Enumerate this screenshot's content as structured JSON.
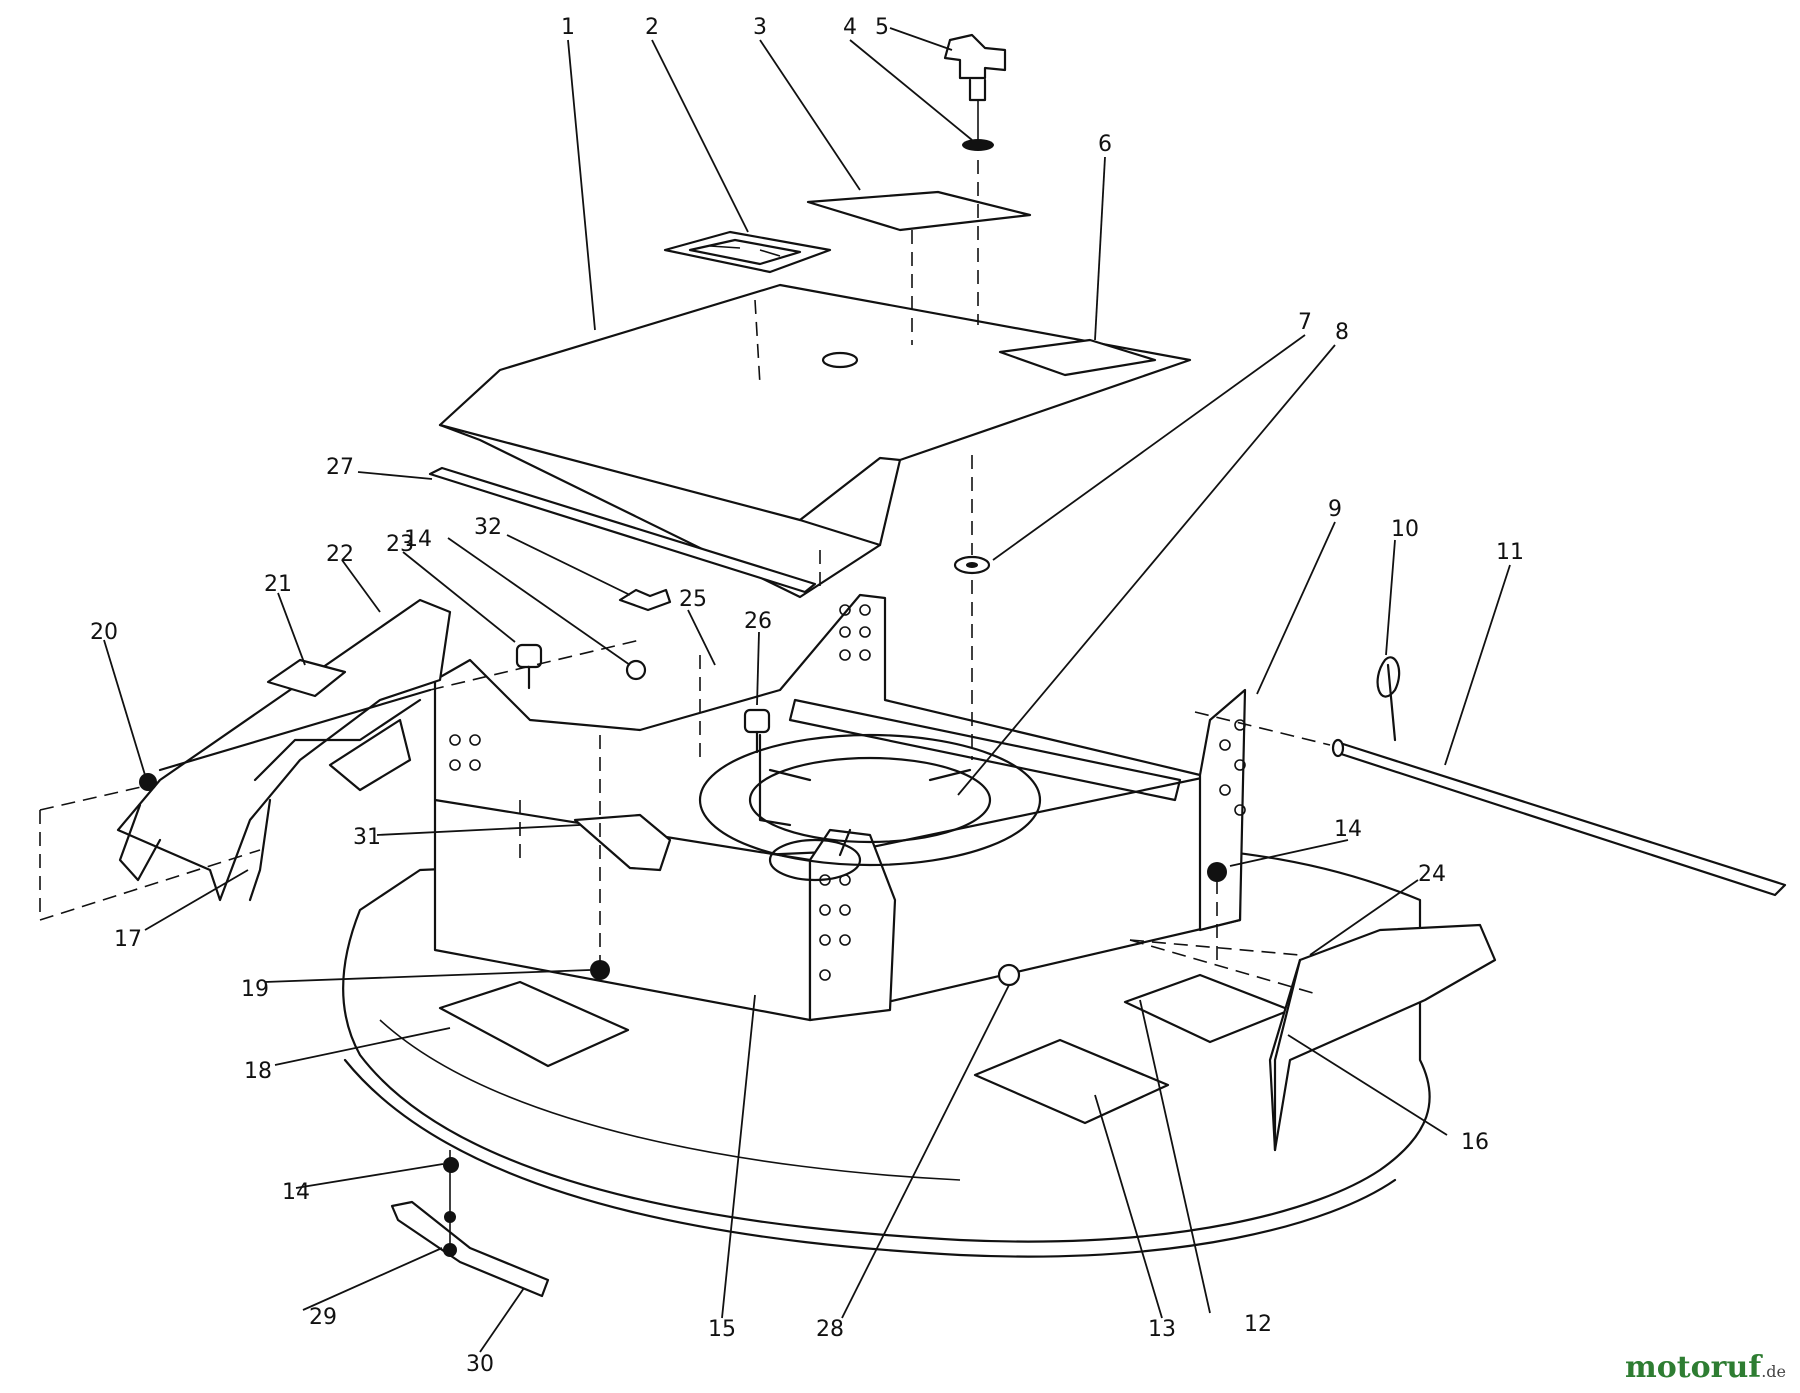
{
  "diagram": {
    "callouts": [
      "1",
      "2",
      "3",
      "4",
      "5",
      "6",
      "7",
      "8",
      "9",
      "10",
      "11",
      "12",
      "13",
      "14",
      "14",
      "14",
      "14",
      "15",
      "16",
      "17",
      "18",
      "19",
      "20",
      "21",
      "22",
      "23",
      "24",
      "25",
      "26",
      "27",
      "28",
      "29",
      "30",
      "31",
      "32"
    ]
  },
  "watermark": {
    "main": "motoruf",
    "tld": ".de",
    "color": "#2e7d32"
  }
}
